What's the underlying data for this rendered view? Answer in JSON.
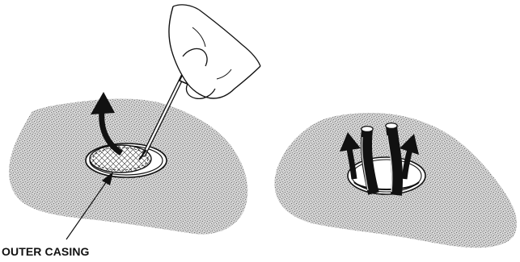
{
  "figure": {
    "callout_label": "OUTER CASING"
  },
  "colors": {
    "ink": "#111111",
    "speckle_dark": "#8a8a8a",
    "speckle_light": "#c8c8c8",
    "background": "#ffffff"
  },
  "panels": [
    {
      "name": "remove-outer-casing",
      "icons": [
        "hand-icon",
        "screwdriver-icon",
        "up-arrow-icon",
        "outer-casing-icon"
      ]
    },
    {
      "name": "pull-out-wires",
      "icons": [
        "wire-icon",
        "up-arrow-icon"
      ]
    }
  ]
}
